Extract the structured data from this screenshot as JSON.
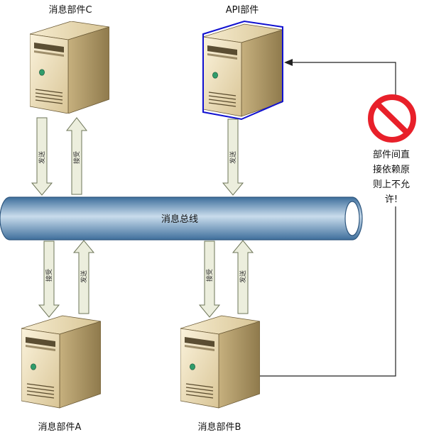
{
  "servers": {
    "c": {
      "label": "消息部件C"
    },
    "api": {
      "label": "API部件"
    },
    "a": {
      "label": "消息部件A"
    },
    "b": {
      "label": "消息部件B"
    }
  },
  "bus": {
    "label": "消息总线"
  },
  "arrows": {
    "c_send": "发送",
    "c_recv": "接受",
    "api_send": "发送",
    "a_recv": "接受",
    "a_send": "发送",
    "b_recv": "接受",
    "b_send": "发送"
  },
  "warning": {
    "line1": "部件间直",
    "line2": "接依赖原",
    "line3": "则上不允",
    "line4": "许!"
  },
  "colors": {
    "bus_dark": "#4f7ea8",
    "bus_light": "#c9dcec",
    "arrow_fill": "#eceedd",
    "arrow_stroke": "#6d7558",
    "server_front": "#f0e3c1",
    "server_side": "#b59f6e",
    "api_outline": "#1010d0",
    "prohibit_red": "#e8202a"
  }
}
